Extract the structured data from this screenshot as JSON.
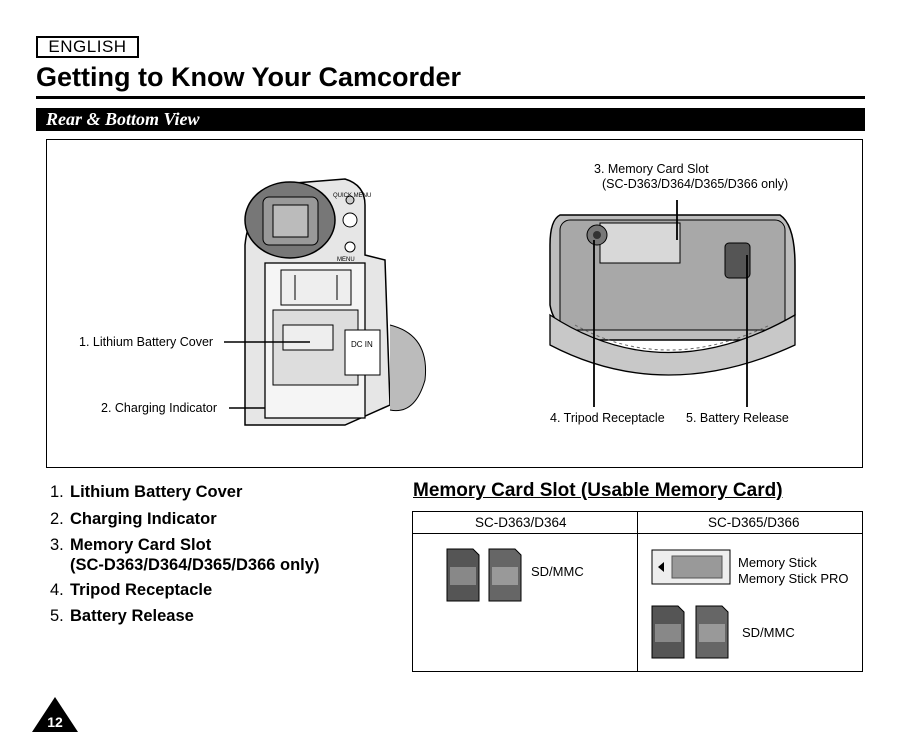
{
  "header": {
    "language": "ENGLISH",
    "title": "Getting to Know Your Camcorder"
  },
  "section": {
    "title": "Rear & Bottom View"
  },
  "figure": {
    "callouts": {
      "lithium_battery_cover": "1. Lithium Battery Cover",
      "charging_indicator": "2. Charging Indicator",
      "memory_card_slot": "3. Memory Card Slot",
      "memory_card_slot_models": "(SC-D363/D364/D365/D366 only)",
      "tripod_receptacle": "4. Tripod Receptacle",
      "battery_release": "5. Battery Release"
    },
    "camera_labels": {
      "quick_menu": "QUICK MENU",
      "menu": "MENU",
      "dc_in": "DC IN"
    }
  },
  "parts_list": [
    {
      "num": "1.",
      "text": "Lithium Battery Cover"
    },
    {
      "num": "2.",
      "text": "Charging Indicator"
    },
    {
      "num": "3.",
      "text": "Memory Card Slot"
    },
    {
      "num": "",
      "text": "(SC-D363/D364/D365/D366 only)"
    },
    {
      "num": "4.",
      "text": "Tripod Receptacle"
    },
    {
      "num": "5.",
      "text": "Battery Release"
    }
  ],
  "memory_section": {
    "heading": "Memory Card Slot (Usable Memory Card)",
    "columns": [
      {
        "header": "SC-D363/D364",
        "cards": [
          "SD/MMC"
        ]
      },
      {
        "header": "SC-D365/D366",
        "cards": [
          "Memory Stick",
          "Memory Stick PRO",
          "SD/MMC"
        ]
      }
    ]
  },
  "page": {
    "number": "12"
  }
}
